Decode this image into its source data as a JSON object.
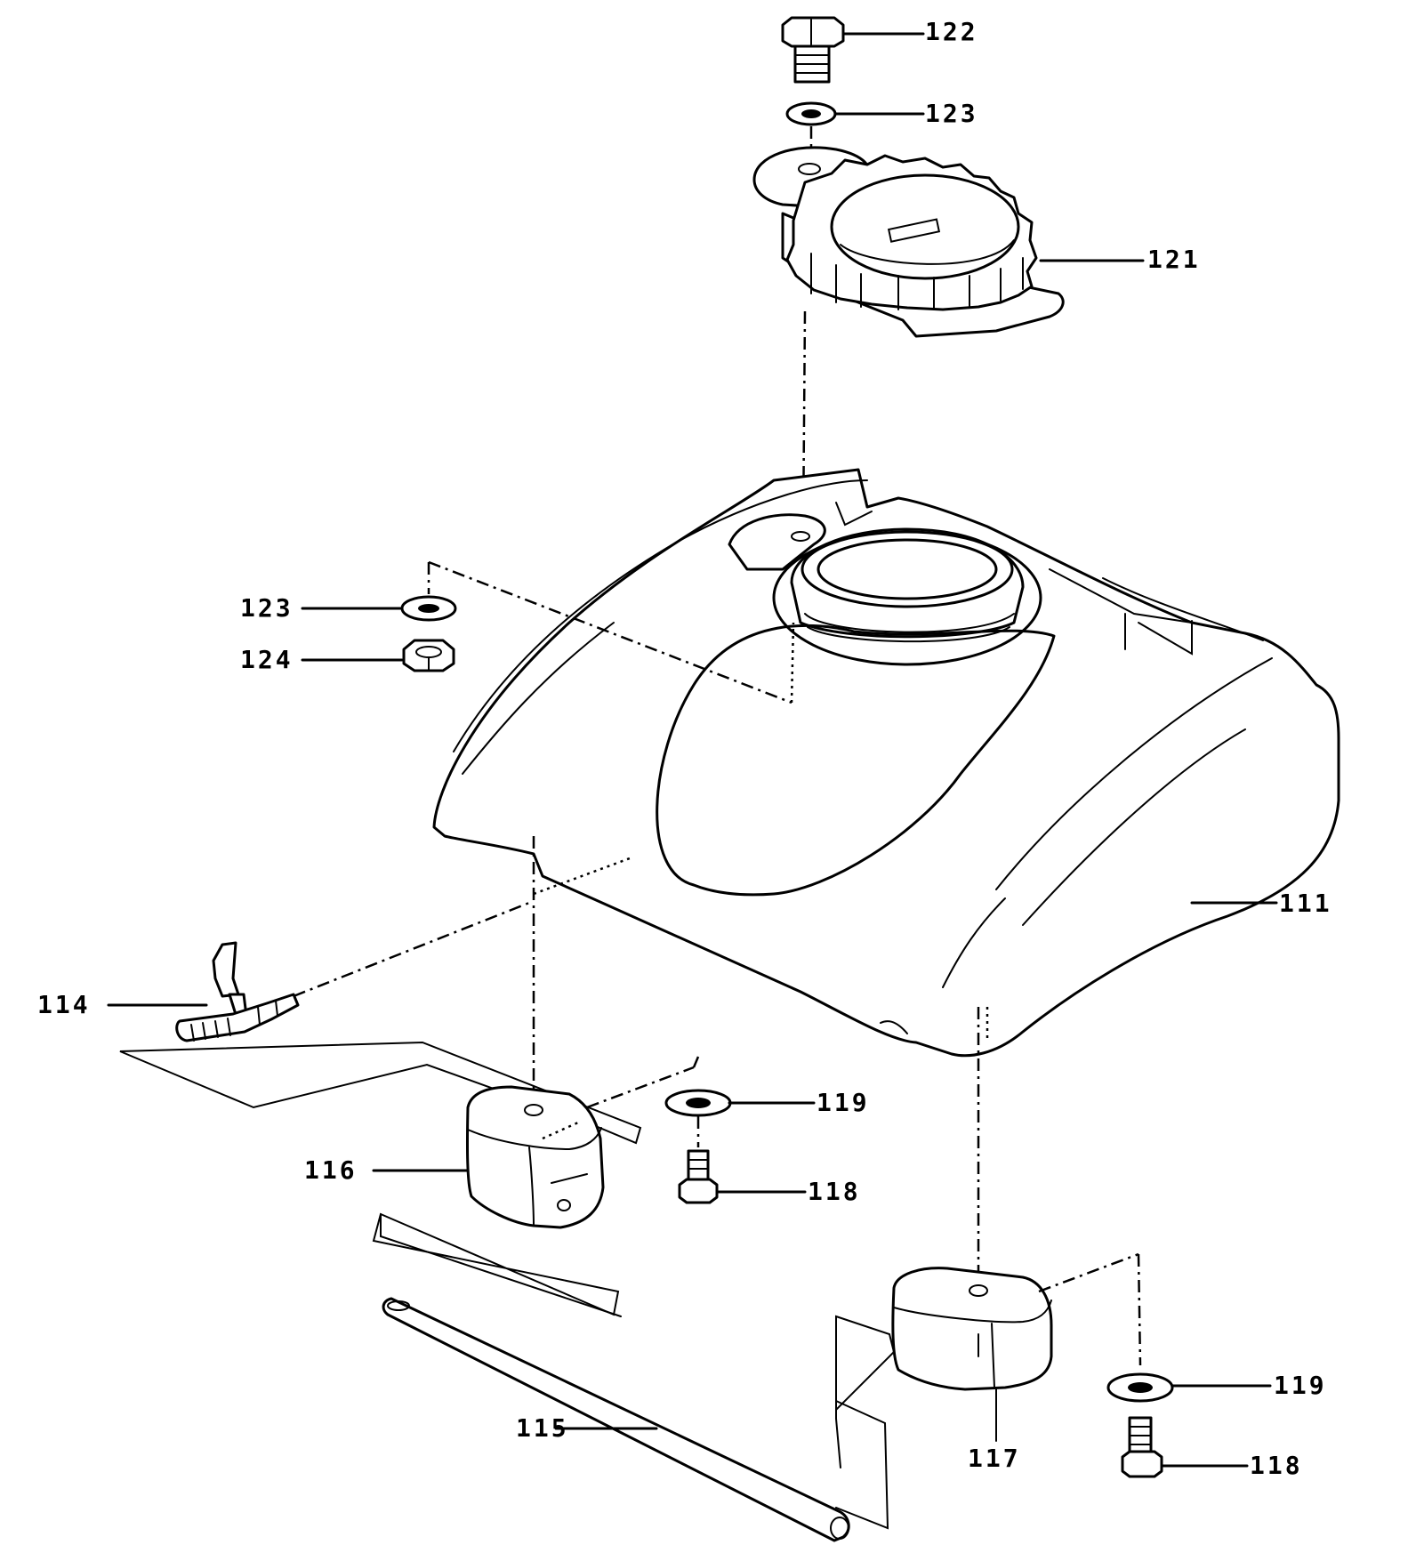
{
  "diagram": {
    "callouts": [
      {
        "id": "c122",
        "label": "122"
      },
      {
        "id": "c123a",
        "label": "123"
      },
      {
        "id": "c121",
        "label": "121"
      },
      {
        "id": "c123b",
        "label": "123"
      },
      {
        "id": "c124",
        "label": "124"
      },
      {
        "id": "c111",
        "label": "111"
      },
      {
        "id": "c114",
        "label": "114"
      },
      {
        "id": "c119a",
        "label": "119"
      },
      {
        "id": "c116",
        "label": "116"
      },
      {
        "id": "c118a",
        "label": "118"
      },
      {
        "id": "c115",
        "label": "115"
      },
      {
        "id": "c119b",
        "label": "119"
      },
      {
        "id": "c118b",
        "label": "118"
      },
      {
        "id": "c117",
        "label": "117"
      }
    ]
  }
}
